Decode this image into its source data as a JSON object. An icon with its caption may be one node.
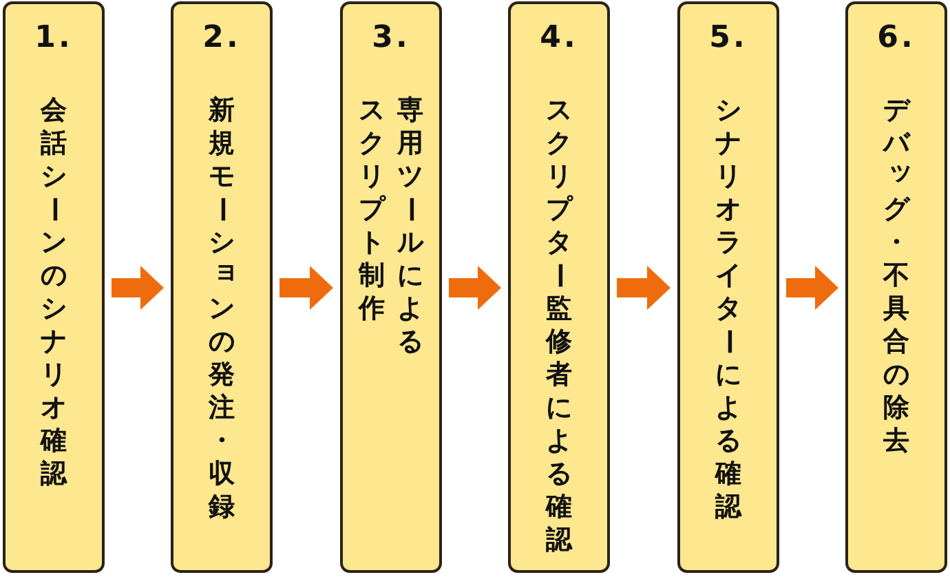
{
  "diagram": {
    "nodes": [
      {
        "text": [
          "1.",
          "会話シーンのシナリオ確認"
        ]
      },
      {
        "text": [
          "2.",
          "新規モーションの発注・収録"
        ]
      },
      {
        "text": [
          "3.",
          "専用ツールによる",
          "スクリプト制作"
        ]
      },
      {
        "text": [
          "4.",
          "スクリプター監修者による確認"
        ]
      },
      {
        "text": [
          "5.",
          "シナリオライターによる確認"
        ]
      },
      {
        "text": [
          "6.",
          "デバッグ・不具合の除去"
        ]
      }
    ],
    "edges": [
      {
        "from": 0,
        "to": 1,
        "arrow": "to"
      },
      {
        "from": 1,
        "to": 2,
        "arrow": "to"
      },
      {
        "from": 2,
        "to": 3,
        "arrow": "to"
      },
      {
        "from": 3,
        "to": 4,
        "arrow": "to"
      },
      {
        "from": 4,
        "to": 5,
        "arrow": "to"
      }
    ]
  }
}
